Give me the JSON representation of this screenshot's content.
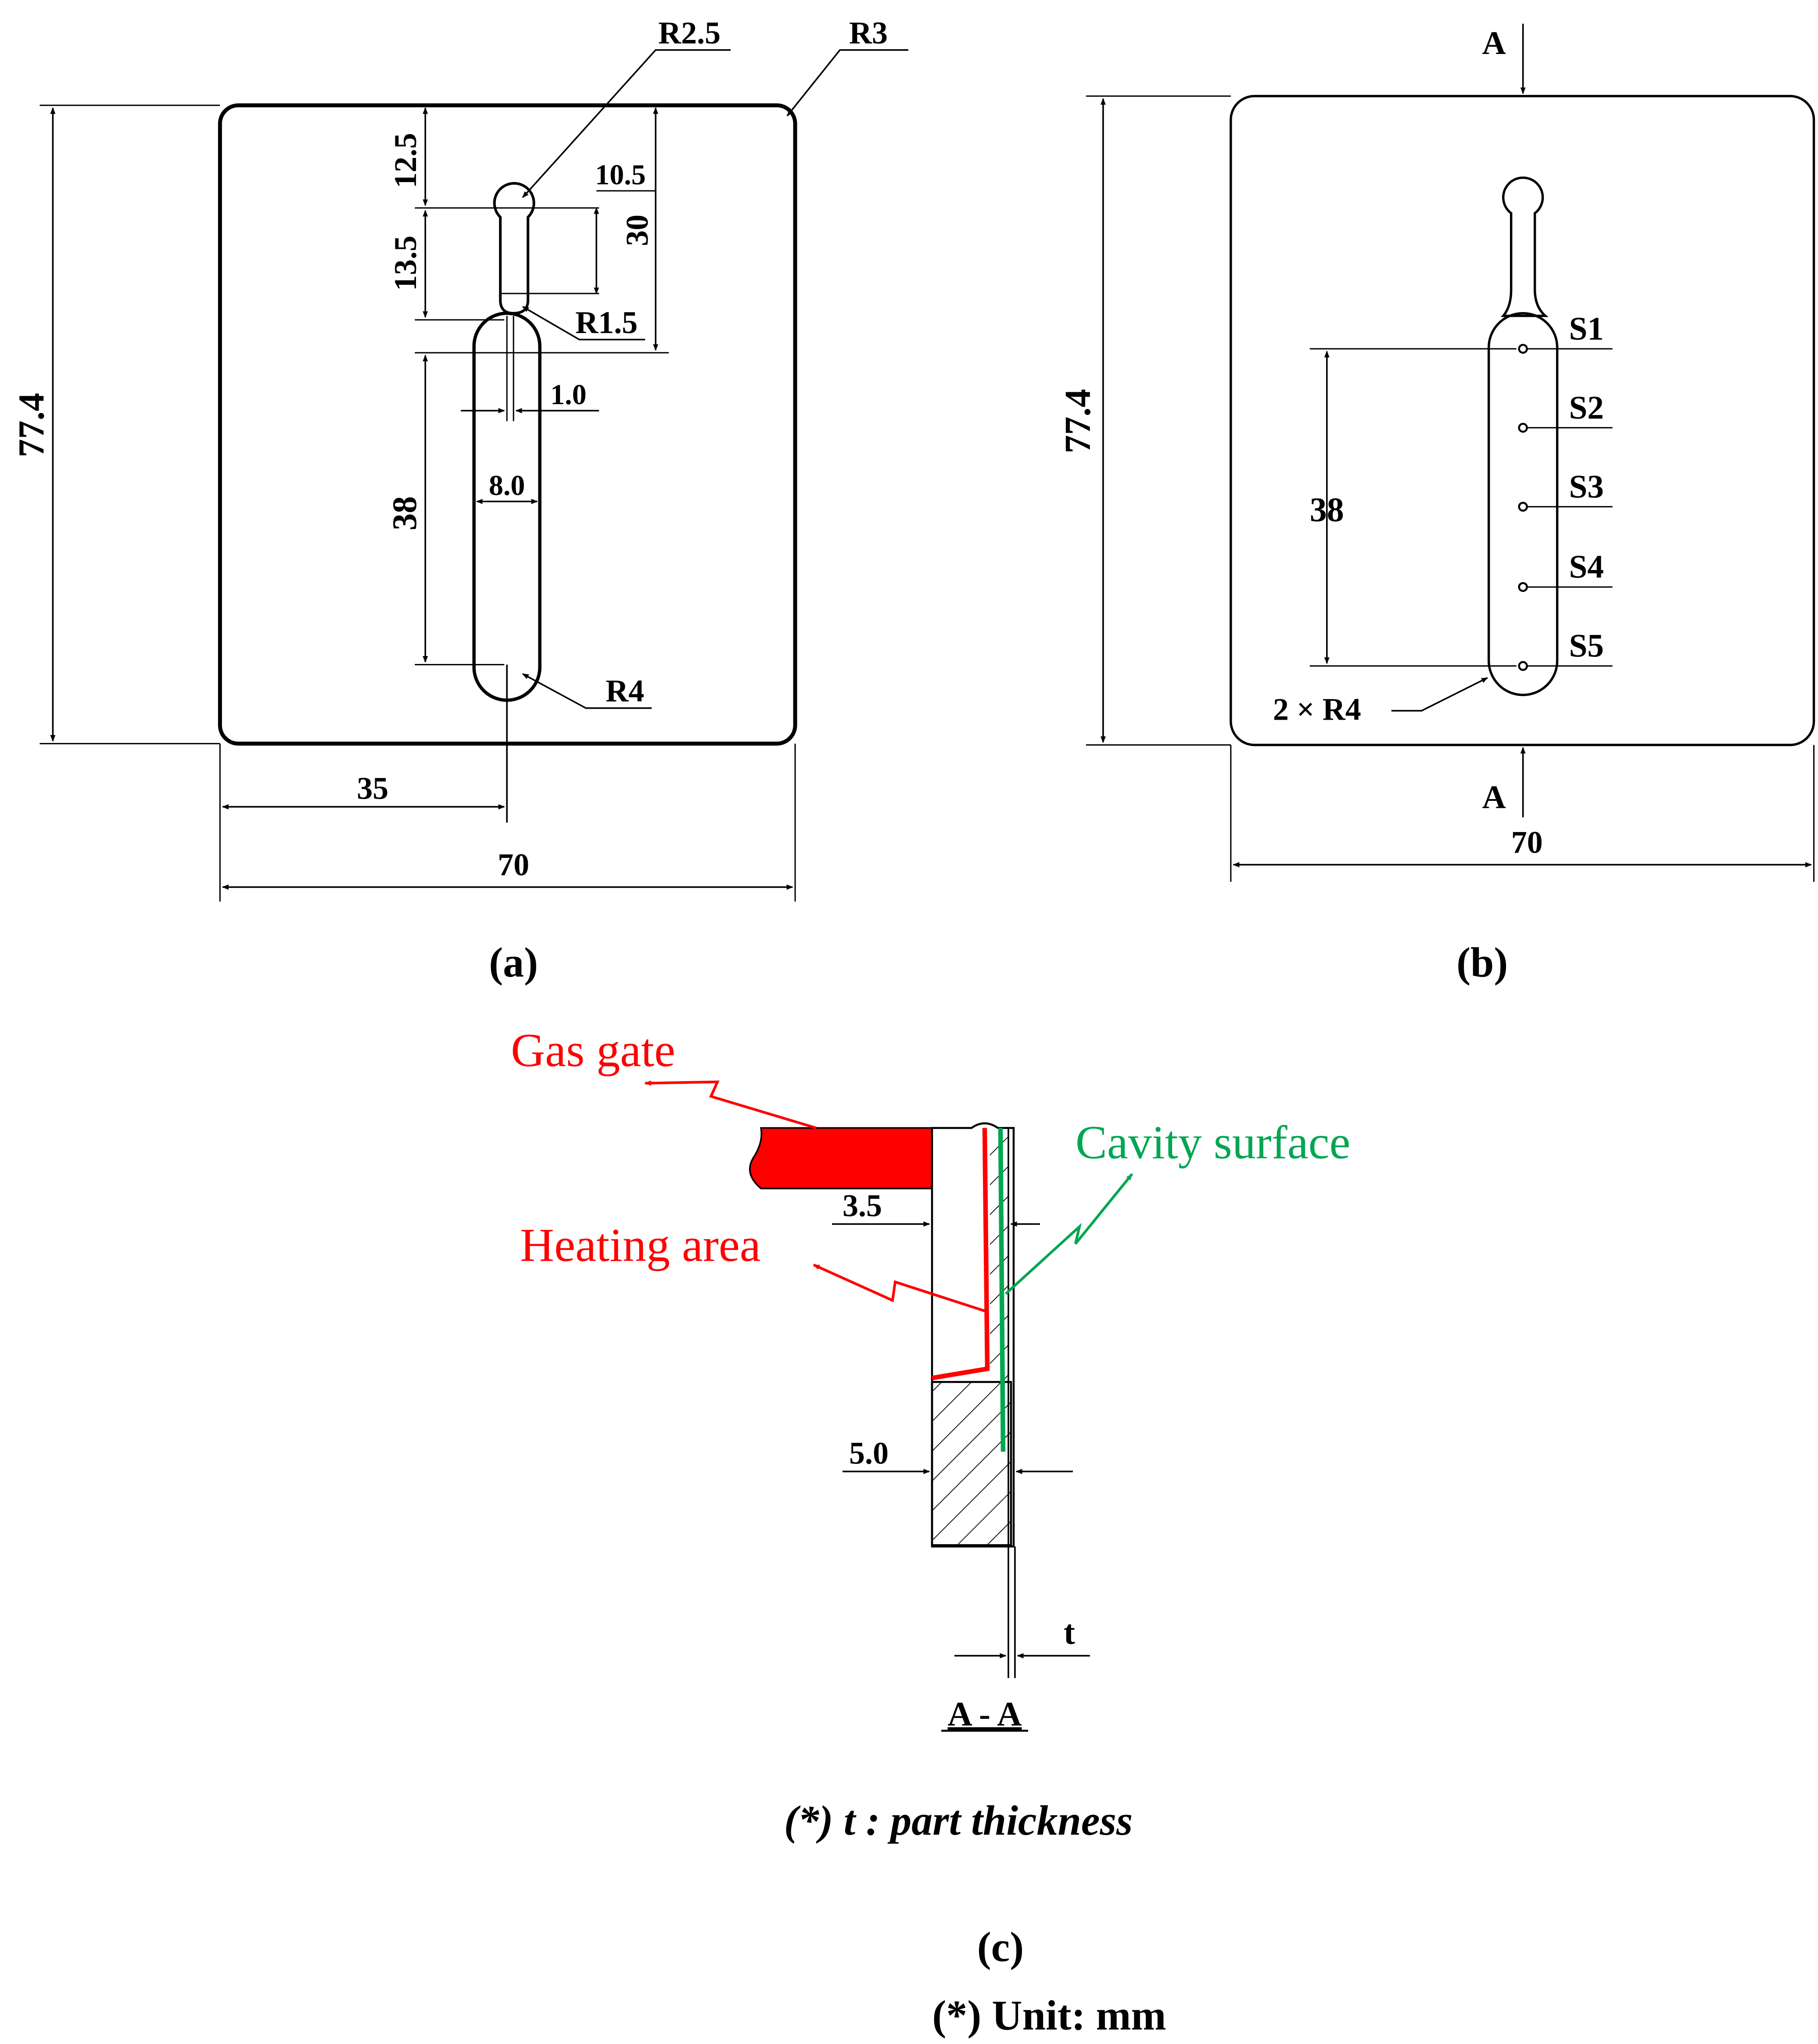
{
  "colors": {
    "line": "#000000",
    "red": "#ff0000",
    "green": "#00a651",
    "background": "#ffffff"
  },
  "a": {
    "caption": "(a)",
    "r2_5": "R2.5",
    "r3": "R3",
    "r1_5": "R1.5",
    "r4": "R4",
    "d12_5": "12.5",
    "d13_5": "13.5",
    "d10_5": "10.5",
    "d30": "30",
    "d1_0": "1.0",
    "d8_0": "8.0",
    "d38": "38",
    "d77_4": "77.4",
    "d35": "35",
    "d70": "70"
  },
  "b": {
    "caption": "(b)",
    "section_top": "A",
    "section_bottom": "A",
    "d77_4": "77.4",
    "d38": "38",
    "d70": "70",
    "r4": "2 × R4",
    "sensors": [
      "S1",
      "S2",
      "S3",
      "S4",
      "S5"
    ]
  },
  "c": {
    "caption": "(c)",
    "gas_gate": "Gas gate",
    "cavity_surface": "Cavity surface",
    "heating_area": "Heating area",
    "d3_5": "3.5",
    "d5_0": "5.0",
    "t": "t",
    "section_label": "A - A",
    "note": "(*) t : part thickness"
  },
  "unit_note": "(*) Unit: mm"
}
